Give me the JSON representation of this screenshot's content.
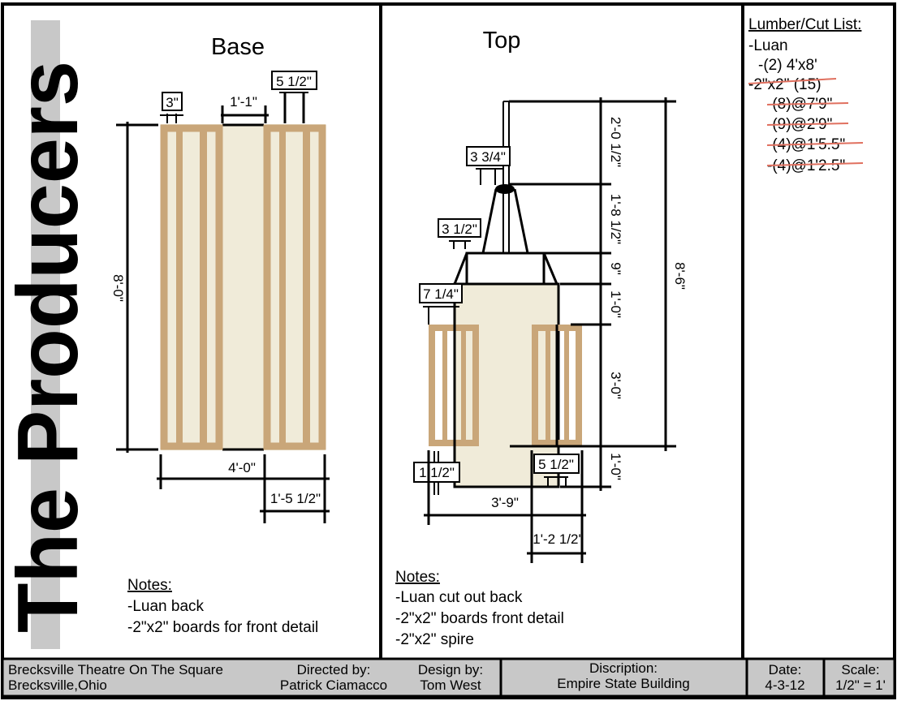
{
  "show_title": "The Producers",
  "colors": {
    "lumber": "#c9a679",
    "luan": "#f0ebd9",
    "strike": "#e0705f",
    "title_block": "#c8c8c8"
  },
  "base": {
    "title": "Base",
    "dims": {
      "height": "8'-0\"",
      "width": "4'-0\"",
      "panel_width": "1'-5 1/2\"",
      "gap": "1'-1\"",
      "board": "3\"",
      "slat_spacing": "5 1/2\""
    },
    "notes": {
      "heading": "Notes:",
      "lines": [
        "-Luan back",
        "-2\"x2\" boards for front detail"
      ]
    }
  },
  "top": {
    "title": "Top",
    "dims": {
      "spire_top": "2'-0 1/2\"",
      "spire_cone": "1'-8 1/2\"",
      "cap": "9\"",
      "upper_body": "1'-0\"",
      "panels": "3'-0\"",
      "lower_body": "1'-0\"",
      "total_height": "8'-6\"",
      "pole": "3 3/4\"",
      "cone_base": "3 1/2\"",
      "cap_offset": "7 1/4\"",
      "board": "1 1/2\"",
      "slat_spacing": "5 1/2\"",
      "width": "3'-9\"",
      "panel_width": "1'-2 1/2'"
    },
    "notes": {
      "heading": "Notes:",
      "lines": [
        "-Luan cut out back",
        "-2\"x2\" boards front detail",
        "-2\"x2\" spire"
      ]
    }
  },
  "cut_list": {
    "heading": "Lumber/Cut List:",
    "items": [
      {
        "text": "-Luan",
        "struck": false
      },
      {
        "text": "-(2) 4'x8'",
        "struck": false
      },
      {
        "text": "-2\"x2\" (15)",
        "struck": true
      },
      {
        "text": "-(8)@7'9\"",
        "struck": true
      },
      {
        "text": "-(9)@2'9\"",
        "struck": true
      },
      {
        "text": "-(4)@1'5.5\"",
        "struck": true
      },
      {
        "text": "-(4)@1'2.5\"",
        "struck": true
      }
    ]
  },
  "title_block": {
    "venue": "Brecksville Theatre On The Square",
    "location": "Brecksville,Ohio",
    "directed_label": "Directed by:",
    "director": "Patrick Ciamacco",
    "design_label": "Design by:",
    "designer": "Tom West",
    "description_label": "Discription:",
    "description": "Empire State Building",
    "date_label": "Date:",
    "date": "4-3-12",
    "scale_label": "Scale:",
    "scale": "1/2\" = 1'"
  }
}
